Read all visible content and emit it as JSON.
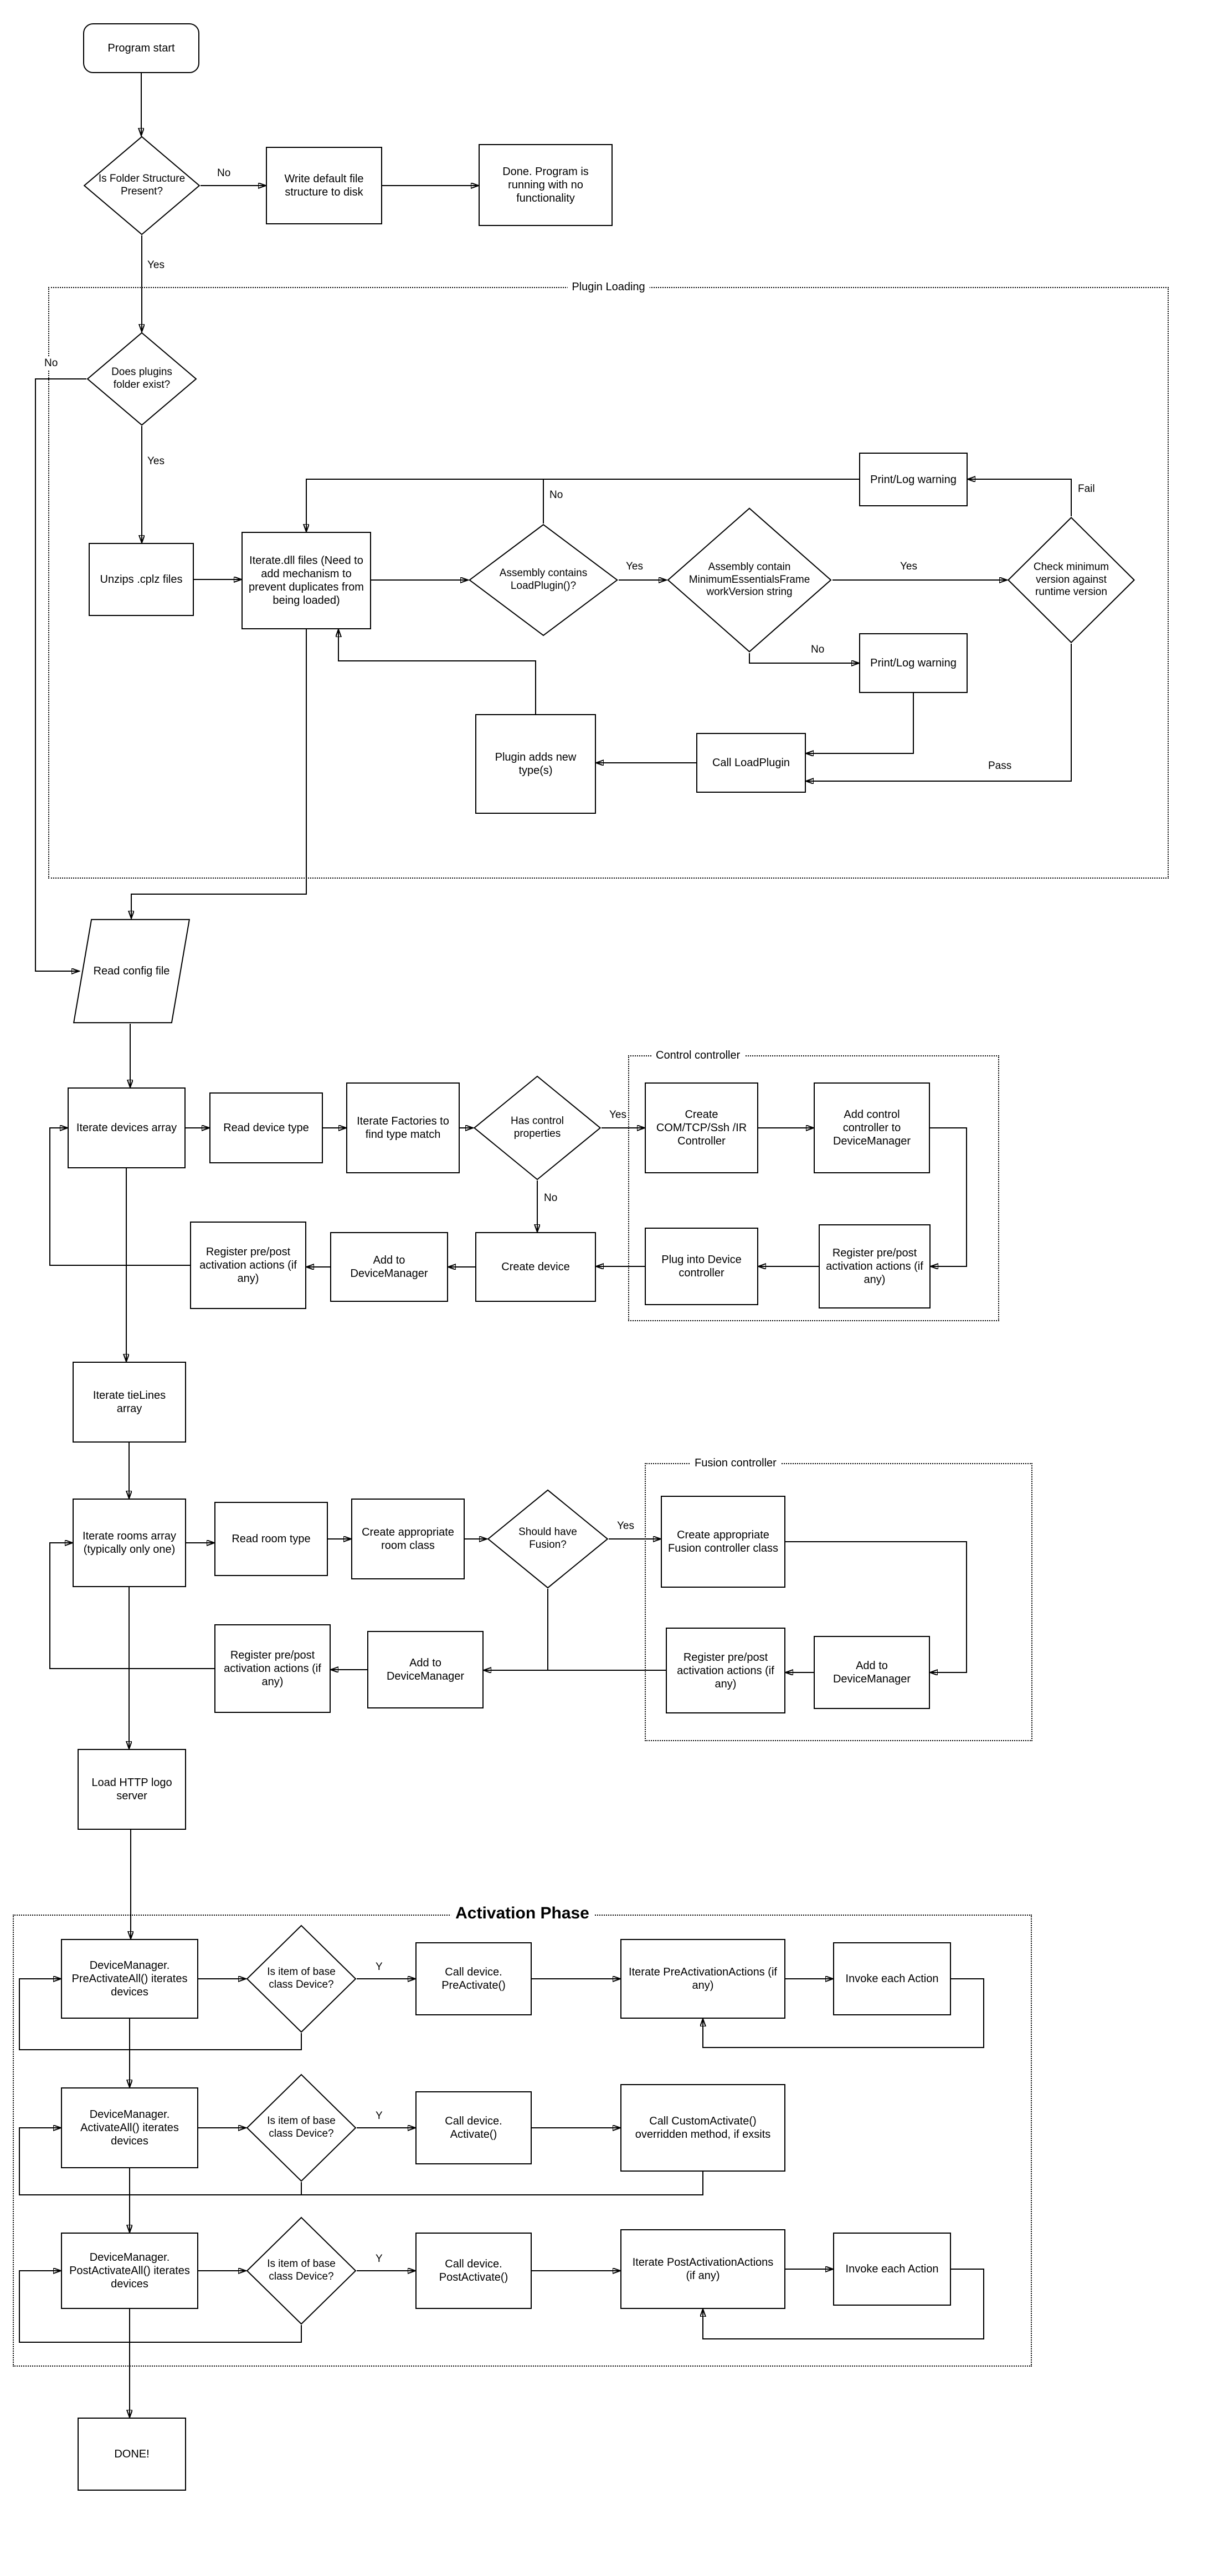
{
  "diagram": {
    "colors": {
      "stroke": "#000000",
      "background": "#ffffff"
    },
    "containers": {
      "plugin_loading": "Plugin Loading",
      "control_controller": "Control controller",
      "fusion_controller": "Fusion controller",
      "activation_phase": "Activation Phase"
    },
    "nodes": {
      "program_start": "Program start",
      "folder_check": "Is Folder Structure Present?",
      "write_default": "Write default file structure to disk",
      "done_no_functionality": "Done.  Program is running with no functionality",
      "plugins_folder_check": "Does plugins folder exist?",
      "unzip_cplz": "Unzips .cplz files",
      "iterate_dll": "Iterate.dll files (Need to add mechanism to prevent duplicates from being loaded)",
      "assembly_loadplugin_check": "Assembly contains LoadPlugin()?",
      "assembly_minversion_check": "Assembly contain MinimumEssentialsFrameworkVersion string",
      "check_min_version": "Check minimum version against runtime version",
      "print_log_warning_top": "Print/Log warning",
      "print_log_warning_mid": "Print/Log warning",
      "call_loadplugin": "Call LoadPlugin",
      "plugin_adds_types": "Plugin adds new type(s)",
      "read_config": "Read config file",
      "iterate_devices": "Iterate devices array",
      "read_device_type": "Read device type",
      "iterate_factories": "Iterate Factories to find type match",
      "has_control_props": "Has control properties",
      "create_controller": "Create COM/TCP/Ssh /IR Controller",
      "add_control_controller": "Add control controller to DeviceManager",
      "register_actions_control": "Register pre/post activation actions (if any)",
      "plug_into_device_controller": "Plug into Device controller",
      "create_device": "Create device",
      "add_to_devicemanager_device": "Add to DeviceManager",
      "register_actions_device": "Register pre/post activation actions (if any)",
      "iterate_tielines": "Iterate tieLines array",
      "iterate_rooms": "Iterate rooms array (typically only one)",
      "read_room_type": "Read room type",
      "create_room_class": "Create appropriate room class",
      "should_have_fusion": "Should have Fusion?",
      "create_fusion_controller": "Create appropriate Fusion controller class",
      "register_actions_fusion": "Register pre/post activation actions (if any)",
      "add_to_devicemanager_fusion": "Add to DeviceManager",
      "add_to_devicemanager_room": "Add to DeviceManager",
      "register_actions_room": "Register pre/post activation actions (if any)",
      "load_http_logo": "Load HTTP logo server",
      "pre_activate_all": "DeviceManager. PreActivateAll() iterates devices",
      "pre_is_device": "Is item of base class Device?",
      "call_preactivate": "Call device. PreActivate()",
      "iterate_preactions": "Iterate PreActivationActions (if any)",
      "invoke_each_action_pre": "Invoke each Action",
      "activate_all": "DeviceManager. ActivateAll() iterates devices",
      "act_is_device": "Is item of base class Device?",
      "call_activate": "Call device. Activate()",
      "call_custom_activate": "Call CustomActivate() overridden method, if exsits",
      "post_activate_all": "DeviceManager. PostActivateAll() iterates devices",
      "post_is_device": "Is item of base class Device?",
      "call_postactivate": "Call device. PostActivate()",
      "iterate_postactions": "Iterate PostActivationActions (if any)",
      "invoke_each_action_post": "Invoke each Action",
      "done": "DONE!"
    },
    "edge_labels": {
      "folder_no": "No",
      "folder_yes": "Yes",
      "plugins_no": "No",
      "plugins_yes": "Yes",
      "loadplugin_no": "No",
      "loadplugin_yes": "Yes",
      "minversion_yes": "Yes",
      "minversion_no": "No",
      "check_fail": "Fail",
      "check_pass": "Pass",
      "control_yes": "Yes",
      "control_no": "No",
      "fusion_yes": "Yes",
      "pre_y": "Y",
      "act_y": "Y",
      "post_y": "Y"
    }
  }
}
